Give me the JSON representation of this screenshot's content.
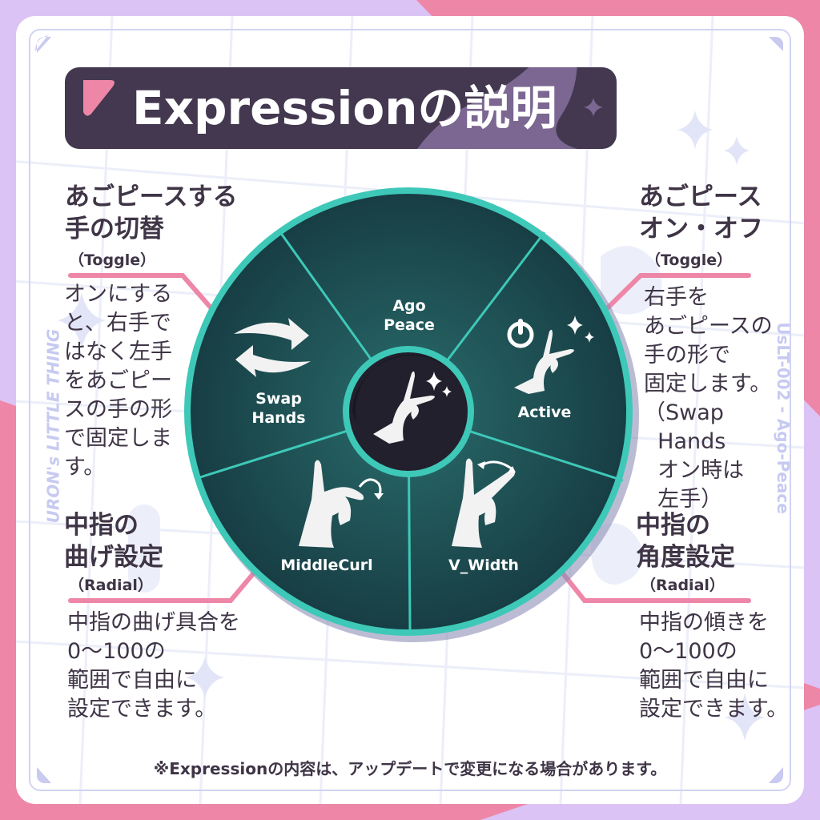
{
  "title": "Expressionの説明",
  "side_text_left": "URON's LITTLE THING",
  "side_text_right": "UsLT-002 - Ago-Peace",
  "colors": {
    "bg_lavender": "#dcc3f5",
    "bg_pink": "#ee86a7",
    "title_bar": "#43384f",
    "accent_pink": "#ee86a7",
    "wheel_fill": "#1e4a4e",
    "wheel_ring": "#3ec8b8",
    "center_fill": "#22202c",
    "text_dark": "#3f3546"
  },
  "wheel": {
    "center": {
      "name": "Ago Peace center",
      "icon": "ago-peace-hand-icon"
    },
    "segments": [
      {
        "label": "Ago\nPeace",
        "icon": "none"
      },
      {
        "label": "Active",
        "icon": "power-hand-sparkle-icon"
      },
      {
        "label": "V_Width",
        "icon": "v-width-hand-icon"
      },
      {
        "label": "MiddleCurl",
        "icon": "middle-curl-hand-icon"
      },
      {
        "label": "Swap\nHands",
        "icon": "swap-arrows-icon"
      }
    ]
  },
  "callouts": {
    "swap": {
      "heading_line1": "あごピースする",
      "heading_line2": "手の切替",
      "type": "（Toggle）",
      "description": "オンにする\nと、右手で\nはなく左手\nをあごピー\nスの手の形\nで固定しま\nす。"
    },
    "active": {
      "heading_line1": "あごピース",
      "heading_line2": "オン・オフ",
      "type": "（Toggle）",
      "description": "右手を\nあごピースの\n手の形で\n固定します。\n（Swap\n  Hands\n  オン時は\n  左手）"
    },
    "middlecurl": {
      "heading_line1": "中指の",
      "heading_line2": "曲げ設定",
      "type": "（Radial）",
      "description": "中指の曲げ具合を\n0～100の\n範囲で自由に\n設定できます。"
    },
    "vwidth": {
      "heading_line1": "中指の",
      "heading_line2": "角度設定",
      "type": "（Radial）",
      "description": "中指の傾きを\n0～100の\n範囲で自由に\n設定できます。"
    }
  },
  "footer_note": "※Expressionの内容は、アップデートで変更になる場合があります。"
}
